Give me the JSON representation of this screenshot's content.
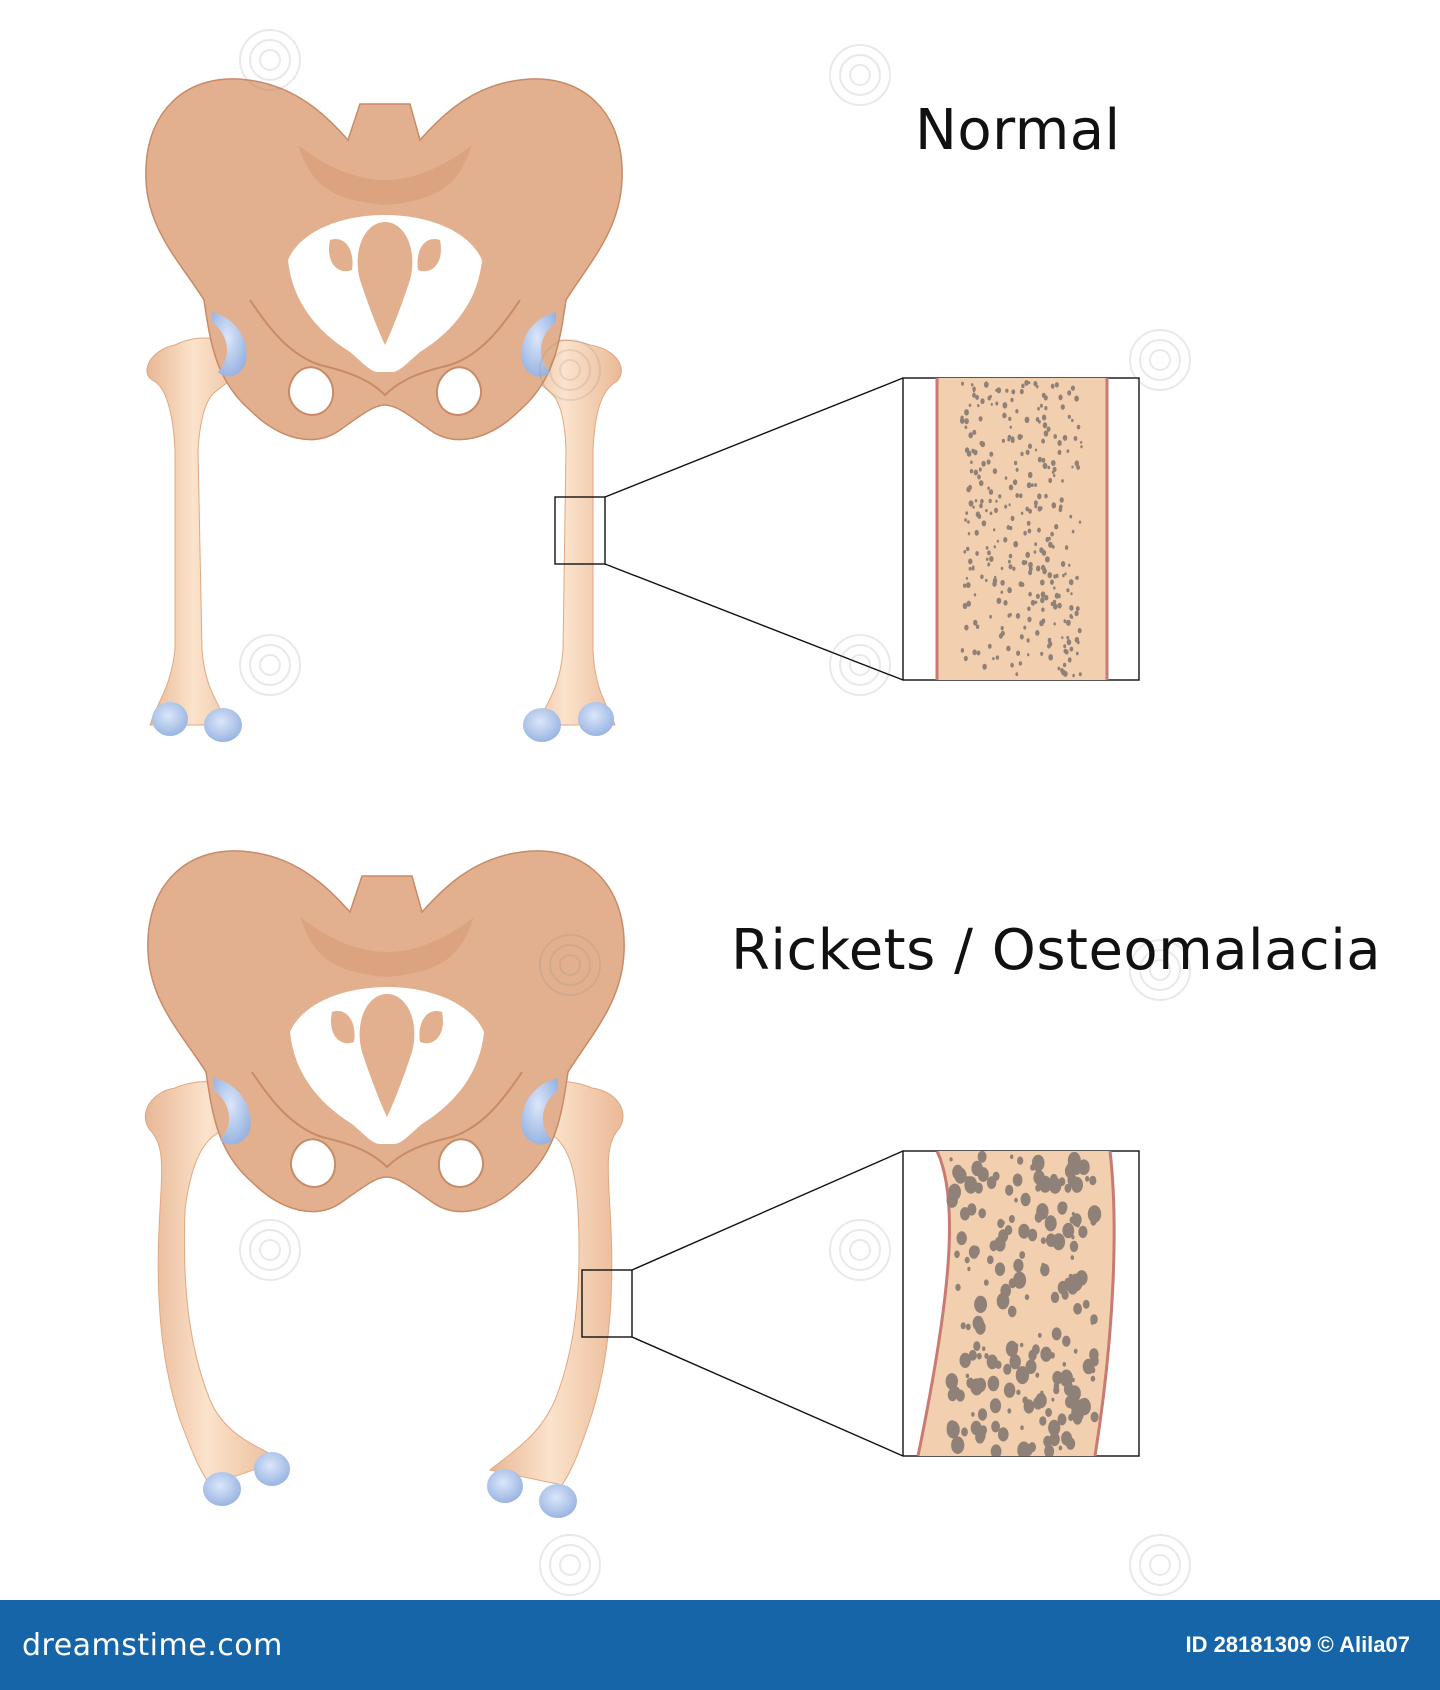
{
  "labels": {
    "normal": "Normal",
    "rickets": "Rickets / Osteomalacia"
  },
  "footer": {
    "brand": "dreamstime.com",
    "id_text": "ID 28181309 © Alila07"
  },
  "colors": {
    "pelvis": "#e3b08f",
    "pelvis_dark": "#c98a66",
    "femur": "#f3cfae",
    "cartilage": "#a9c2ea",
    "bone_tissue": "#f2cfae",
    "cortex_line": "#c97a73",
    "pores": "#8f8178",
    "footer_bg": "#1565a8"
  },
  "icons": {
    "watermark": "spiral-watermark-icon"
  }
}
